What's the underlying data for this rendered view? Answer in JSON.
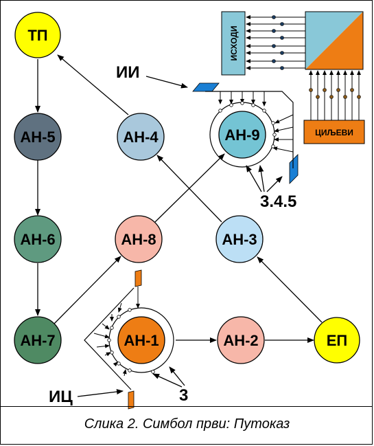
{
  "nodes": {
    "tp": "ТП",
    "an5": "АН-5",
    "an4": "АН-4",
    "an9": "АН-9",
    "an6": "АН-6",
    "an8": "АН-8",
    "an3": "АН-3",
    "an7": "АН-7",
    "an1": "АН-1",
    "an2": "АН-2",
    "ep": "ЕП"
  },
  "labels": {
    "ii": "ИИ",
    "ic": "ИЦ",
    "ref_345": "3.4.5",
    "ref_3": "3",
    "outcomes": "ИСХОДИ",
    "goals": "ЦИЉЕВИ"
  },
  "colors": {
    "yellow": "#ffff00",
    "gray": "#5f7180",
    "green": "#5f9a80",
    "lightblue": "#a9c8dc",
    "teal": "#74c4d4",
    "pink": "#f7b7a9",
    "skyblue": "#bcdff5",
    "darkgreen": "#4f8a63",
    "orange": "#ee7d14",
    "panel_blue": "#89c8d8",
    "accent_blue": "#1a7fd4"
  },
  "caption": "Слика 2. Симбол први: Путоказ"
}
